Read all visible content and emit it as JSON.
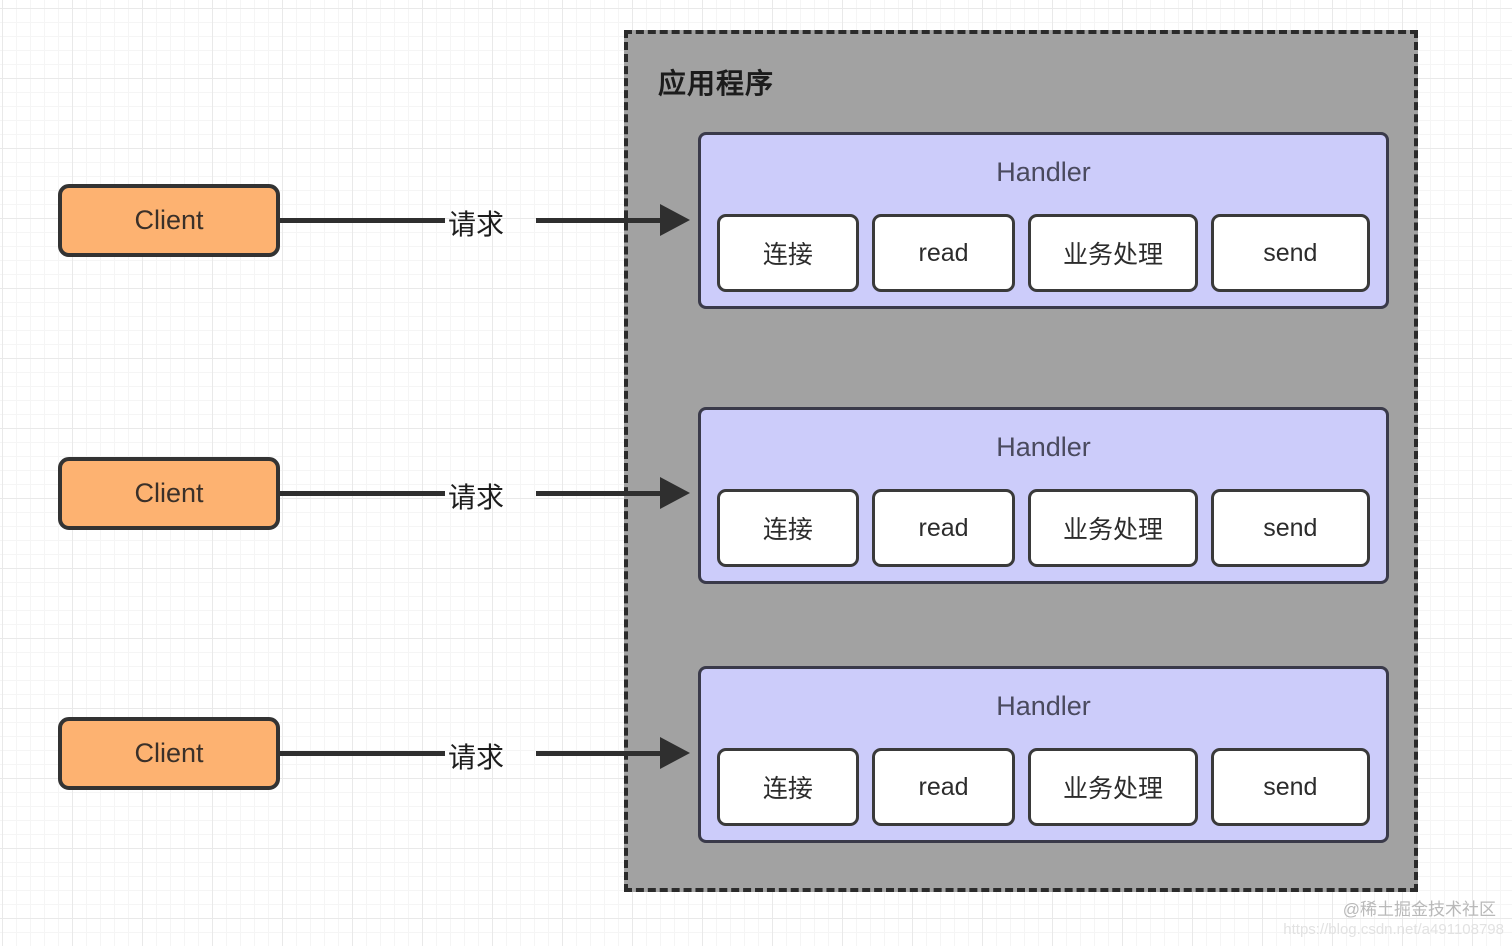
{
  "diagram": {
    "app_container": {
      "title": "应用程序"
    },
    "clients": [
      {
        "label": "Client",
        "arrow_label": "请求"
      },
      {
        "label": "Client",
        "arrow_label": "请求"
      },
      {
        "label": "Client",
        "arrow_label": "请求"
      }
    ],
    "handlers": [
      {
        "title": "Handler",
        "steps": [
          "连接",
          "read",
          "业务处理",
          "send"
        ]
      },
      {
        "title": "Handler",
        "steps": [
          "连接",
          "read",
          "业务处理",
          "send"
        ]
      },
      {
        "title": "Handler",
        "steps": [
          "连接",
          "read",
          "业务处理",
          "send"
        ]
      }
    ]
  },
  "watermark": {
    "community": "@稀土掘金技术社区",
    "url": "https://blog.csdn.net/a491108798"
  },
  "colors": {
    "client_fill": "#fdb271",
    "handler_fill": "#ccccfa",
    "app_fill": "#a2a2a2",
    "step_fill": "#ffffff",
    "border_dark": "#333333"
  }
}
